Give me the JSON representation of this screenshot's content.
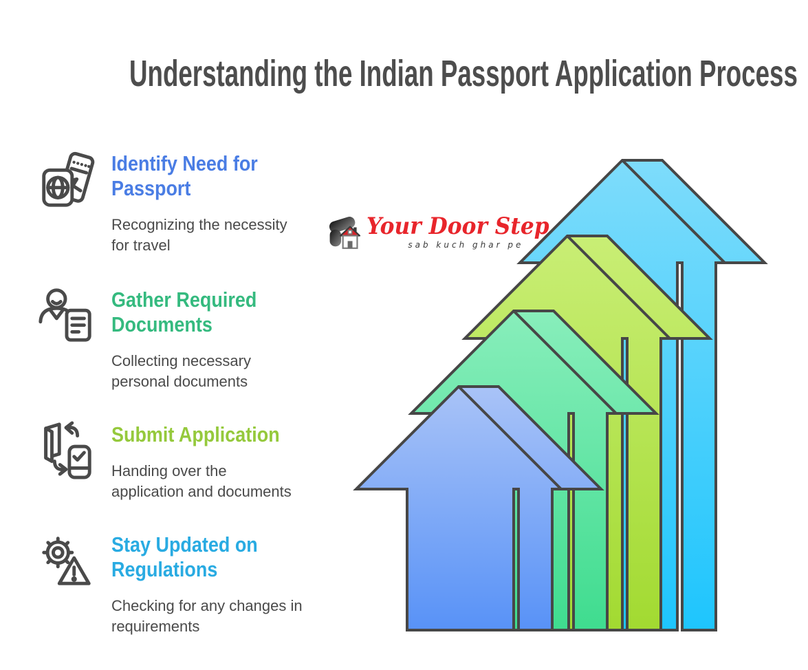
{
  "title": "Understanding the Indian Passport Application Process",
  "title_color": "#4D4D4D",
  "logo": {
    "brand": "Your Door Step",
    "tagline": "sab kuch ghar pe",
    "brand_color": "#E8252B",
    "roof_color": "#D8232A"
  },
  "steps": [
    {
      "heading": "Identify Need for\nPassport",
      "description": "Recognizing the necessity\nfor travel",
      "color": "#4A7DE4",
      "icon": "passport-ticket-icon"
    },
    {
      "heading": "Gather Required\nDocuments",
      "description": "Collecting necessary\npersonal documents",
      "color": "#35BA7F",
      "icon": "person-document-icon"
    },
    {
      "heading": "Submit Application",
      "description": "Handing over the\napplication and documents",
      "color": "#95C93C",
      "icon": "door-phone-exchange-icon"
    },
    {
      "heading": "Stay Updated on\nRegulations",
      "description": "Checking for any changes in\nrequirements",
      "color": "#29ABE2",
      "icon": "gear-warning-icon"
    }
  ],
  "diagram": {
    "type": "ascending-overlapping-arrows",
    "outline_color": "#474747",
    "arrows": [
      {
        "name": "arrow-step-1-blue",
        "top": "#A9C3F7",
        "bottom": "#5892F7"
      },
      {
        "name": "arrow-step-2-green",
        "top": "#88EEBB",
        "bottom": "#3FDC8F"
      },
      {
        "name": "arrow-step-3-lime",
        "top": "#C9EE75",
        "bottom": "#A2DA31"
      },
      {
        "name": "arrow-step-4-cyan",
        "top": "#7EDCFB",
        "bottom": "#1EC5FD"
      }
    ]
  }
}
